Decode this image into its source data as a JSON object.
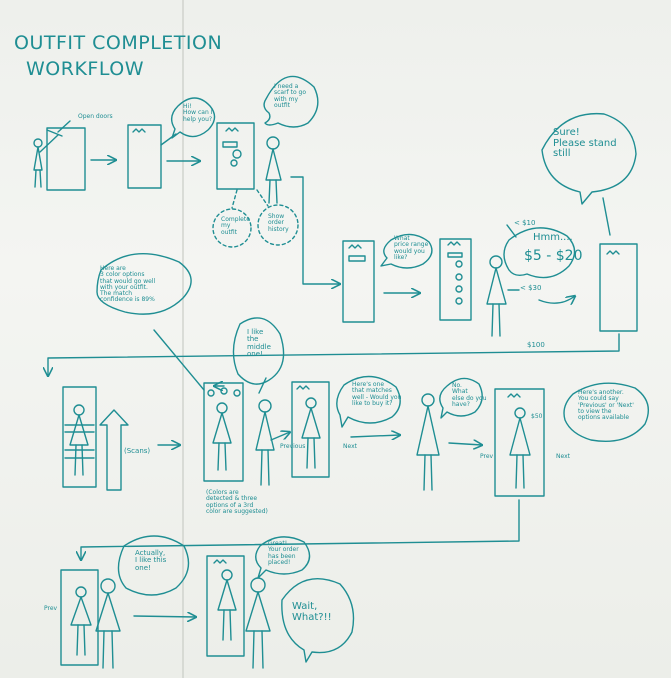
{
  "title": {
    "line1": "OUTFIT COMPLETION",
    "line2": "WORKFLOW"
  },
  "labels": {
    "open_doors": "Open doors",
    "bubble_hi": "Hi!\nHow can I\nhelp you?",
    "bubble_scarf": "I need a\nscarf to go\nwith my\noutfit",
    "option_complete": "Complete\nmy\noutfit",
    "option_history": "Show\norder\nhistory",
    "bubble_price": "What\nprice range\nwould you\nlike?",
    "bubble_hmm": "Hmm....",
    "price_range": "$5 - $20",
    "price_10": "< $10",
    "price_30": "< $30",
    "price_100": "$100",
    "bubble_stand": "Sure!\nPlease stand\nstill",
    "bubble_options": "Here are\n3 color options\nthat would go well\nwith your outfit.\nThe match\nconfidence is 89%",
    "bubble_middle": "I like\nthe\nmiddle\none!",
    "scans": "(Scans)",
    "colors_note": "(Colors are\ndetected & three\noptions of a 3rd\ncolor are suggested)",
    "bubble_matches": "Here's one\nthat matches\nwell - Would you\nlike to buy it?",
    "previous_small": "Previous",
    "next_small": "Next",
    "bubble_no": "No.\nWhat\nelse do you\nhave?",
    "bubble_another": "Here's another.\nYou could say\n'Previous' or 'Next'\nto view the\noptions available",
    "price_50": "$50",
    "prev_short": "Prev",
    "next_short": "Next",
    "bubble_actually": "Actually,\nI like this\none!",
    "prev_short2": "Prev",
    "bubble_great": "Great!\nYour order\nhas been\nplaced!",
    "bubble_wait": "Wait,\nWhat?!!"
  }
}
